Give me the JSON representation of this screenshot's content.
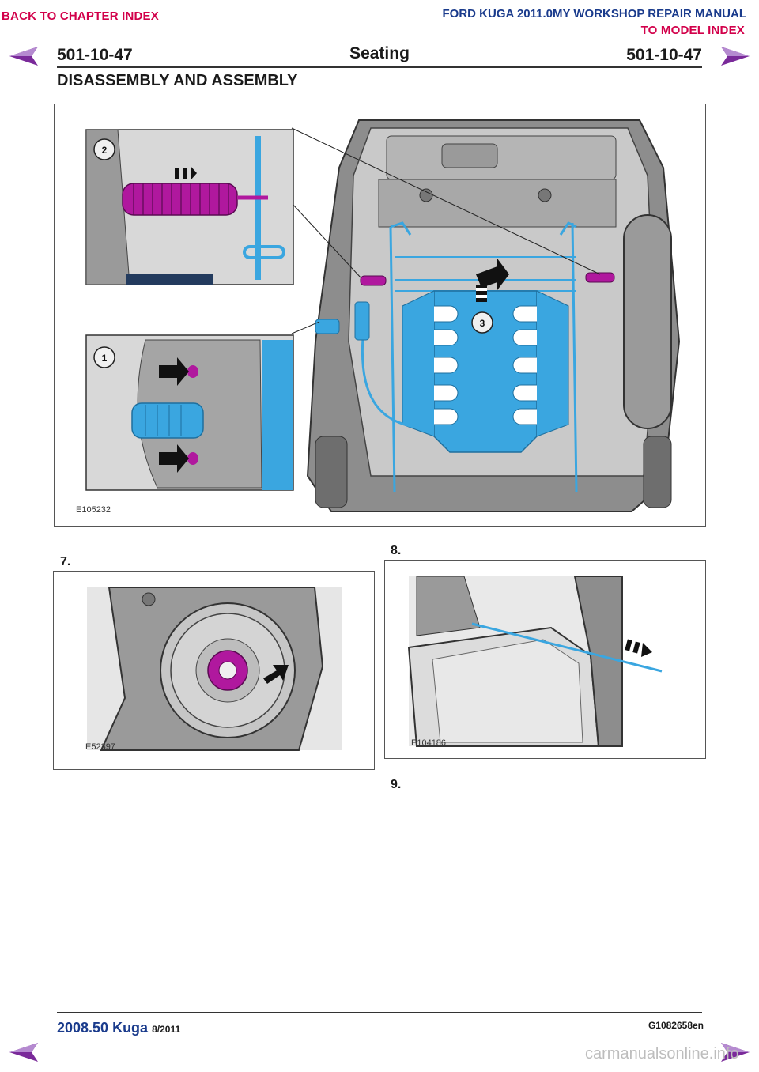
{
  "header": {
    "back_link": "BACK TO CHAPTER INDEX",
    "manual_title": "FORD KUGA 2011.0MY WORKSHOP REPAIR MANUAL",
    "model_link": "TO MODEL INDEX",
    "page_left": "501-10-47",
    "page_center": "Seating",
    "page_right": "501-10-47",
    "section": "DISASSEMBLY AND ASSEMBLY"
  },
  "figures": {
    "main": {
      "code": "E105232",
      "callouts": [
        "1",
        "2",
        "3"
      ]
    },
    "step7": {
      "code": "E52397"
    },
    "step8": {
      "code": "E104186"
    }
  },
  "steps": {
    "s7": "7.",
    "s8": "8.",
    "s9": "9."
  },
  "footer": {
    "model": "2008.50 Kuga",
    "date": "8/2011",
    "doc_id": "G1082658en",
    "watermark": "carmanualsonline.info"
  },
  "colors": {
    "accent_pink": "#d2004a",
    "nav_purple": "#7a2a9a",
    "blue_part": "#3aa6e0",
    "magenta_part": "#b0189e"
  }
}
